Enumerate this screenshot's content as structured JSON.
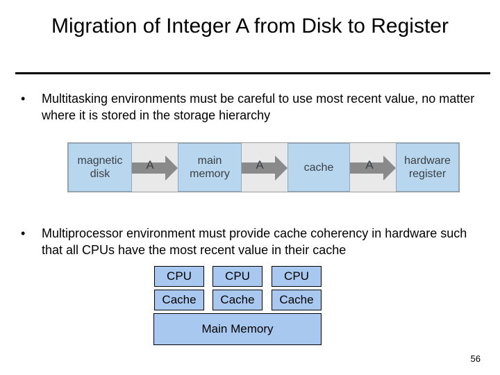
{
  "slide": {
    "title": "Migration of Integer A from Disk to Register",
    "bullet_symbol": "•",
    "bullets": [
      "Multitasking environments must be careful to use most recent value, no matter where it is stored in the storage hierarchy",
      "Multiprocessor environment must provide cache coherency in hardware such that all CPUs have the most recent value in their cache"
    ],
    "page_number": "56"
  },
  "migration": {
    "nodes": [
      "magnetic\ndisk",
      "main\nmemory",
      "cache",
      "hardware\nregister"
    ],
    "arrow_labels": [
      "A",
      "A",
      "A"
    ],
    "colors": {
      "node_fill": "#b8d7ee",
      "strip_bg": "#e9e9e9",
      "arrow": "#8a8a8a"
    }
  },
  "multiprocessor": {
    "cpu_labels": [
      "CPU",
      "CPU",
      "CPU"
    ],
    "cache_labels": [
      "Cache",
      "Cache",
      "Cache"
    ],
    "memory_label": "Main Memory",
    "colors": {
      "box_fill": "#a9c8ef"
    }
  }
}
